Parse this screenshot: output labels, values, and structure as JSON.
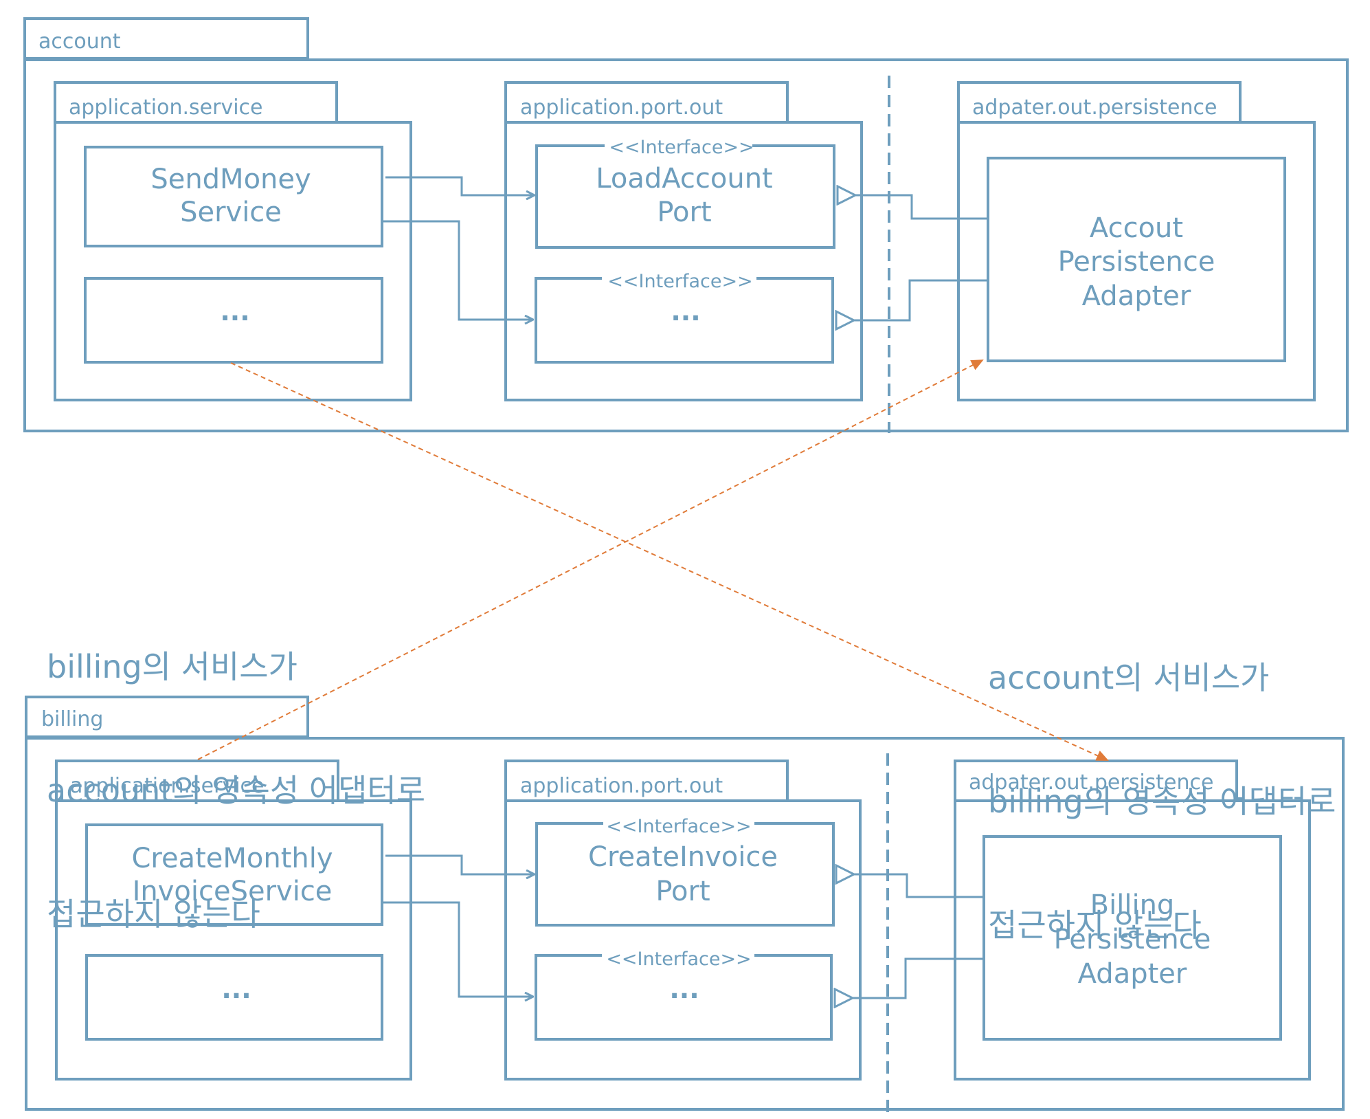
{
  "colors": {
    "frame": "#6E9EBD",
    "text": "#6E9EBD",
    "dependency": "#E07B39",
    "background": "#ffffff"
  },
  "top_module": {
    "name": "account",
    "service_package": {
      "name": "application.service",
      "classes": [
        {
          "lines": [
            "SendMoney",
            "Service"
          ]
        },
        {
          "lines": [
            "..."
          ]
        }
      ]
    },
    "port_package": {
      "name": "application.port.out",
      "interfaces": [
        {
          "stereotype": "<<Interface>>",
          "lines": [
            "LoadAccount",
            "Port"
          ]
        },
        {
          "stereotype": "<<Interface>>",
          "lines": [
            "..."
          ]
        }
      ]
    },
    "adapter_package": {
      "name": "adpater.out.persistence",
      "classes": [
        {
          "lines": [
            "Accout",
            "Persistence",
            "Adapter"
          ]
        }
      ]
    }
  },
  "bottom_module": {
    "name": "billing",
    "service_package": {
      "name": "application.service",
      "classes": [
        {
          "lines": [
            "CreateMonthly",
            "InvoiceService"
          ]
        },
        {
          "lines": [
            "..."
          ]
        }
      ]
    },
    "port_package": {
      "name": "application.port.out",
      "interfaces": [
        {
          "stereotype": "<<Interface>>",
          "lines": [
            "CreateInvoice",
            "Port"
          ]
        },
        {
          "stereotype": "<<Interface>>",
          "lines": [
            "..."
          ]
        }
      ]
    },
    "adapter_package": {
      "name": "adpater.out.persistence",
      "classes": [
        {
          "lines": [
            "Billing",
            "Persistence",
            "Adapter"
          ]
        }
      ]
    }
  },
  "notes": {
    "left": [
      "billing의 서비스가",
      "account의 영속성 어댑터로",
      "접근하지 않는다"
    ],
    "right": [
      "account의 서비스가",
      "billing의 영속성 어댑터로",
      "접근하지 않는다"
    ]
  }
}
